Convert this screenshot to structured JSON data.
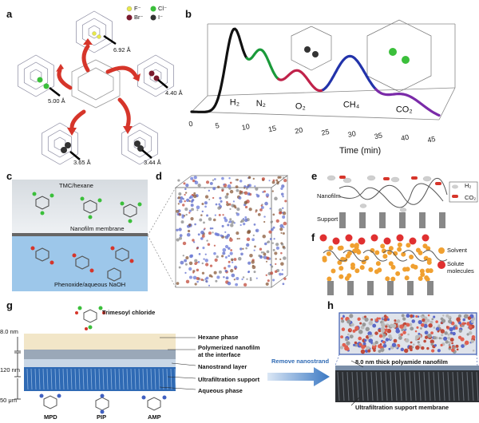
{
  "panels": {
    "a": {
      "label": "a",
      "legend": [
        {
          "ion": "F⁻",
          "color": "#e8e84a"
        },
        {
          "ion": "Cl⁻",
          "color": "#3bbf3b"
        },
        {
          "ion": "Br⁻",
          "color": "#7a1a2e"
        },
        {
          "ion": "I⁻",
          "color": "#333333"
        }
      ],
      "distances": [
        "6.92 Å",
        "4.40 Å",
        "3.44 Å",
        "3.65 Å",
        "5.00 Å"
      ]
    },
    "b": {
      "label": "b",
      "xlabel": "Time (min)",
      "ticks": [
        "0",
        "5",
        "10",
        "15",
        "20",
        "25",
        "30",
        "35",
        "40",
        "45"
      ]
    },
    "c": {
      "label": "c",
      "top_phase": "TMC/hexane",
      "membrane": "Nanofilm membrane",
      "bottom_phase": "Phenoxide/aqueous NaOH"
    },
    "d": {
      "label": "d"
    },
    "e": {
      "label": "e",
      "nanofilm": "Nanofilm",
      "support": "Support",
      "gas1": "H₂",
      "gas2": "CO₂"
    },
    "f": {
      "label": "f",
      "solvent": "Solvent",
      "solute": "Solute molecules"
    },
    "g": {
      "label": "g",
      "monomer_top": "Trimesoyl chloride",
      "dim1": "8.0 nm",
      "dim2": "120 nm",
      "dim3": "50 μm",
      "layers": [
        "Hexane phase",
        "Polymerized nanofilm at the interface",
        "Nanostrand layer",
        "Ultrafiltration support",
        "Aqueous phase"
      ],
      "monomers": [
        "MPD",
        "PIP",
        "AMP"
      ]
    },
    "arrow": {
      "text": "Remove nanostrand"
    },
    "h": {
      "label": "h",
      "nanofilm": "8.0 nm thick polyamide nanofilm",
      "support": "Ultrafiltration support membrane"
    }
  },
  "chart_data": {
    "type": "line",
    "xlabel": "Time (min)",
    "x_ticks": [
      0,
      5,
      10,
      15,
      20,
      25,
      30,
      35,
      40,
      45
    ],
    "series": [
      {
        "name": "H₂",
        "color": "#111111",
        "peak_time": 8,
        "height": 1.0
      },
      {
        "name": "N₂",
        "color": "#1a9a3a",
        "peak_time": 13,
        "height": 0.78
      },
      {
        "name": "O₂",
        "color": "#c0224a",
        "peak_time": 20,
        "height": 0.55
      },
      {
        "name": "CH₄",
        "color": "#2233aa",
        "peak_time": 30,
        "height": 0.75
      },
      {
        "name": "CO₂",
        "color": "#7a2aa8",
        "peak_time": 40,
        "height": 0.3
      }
    ]
  }
}
